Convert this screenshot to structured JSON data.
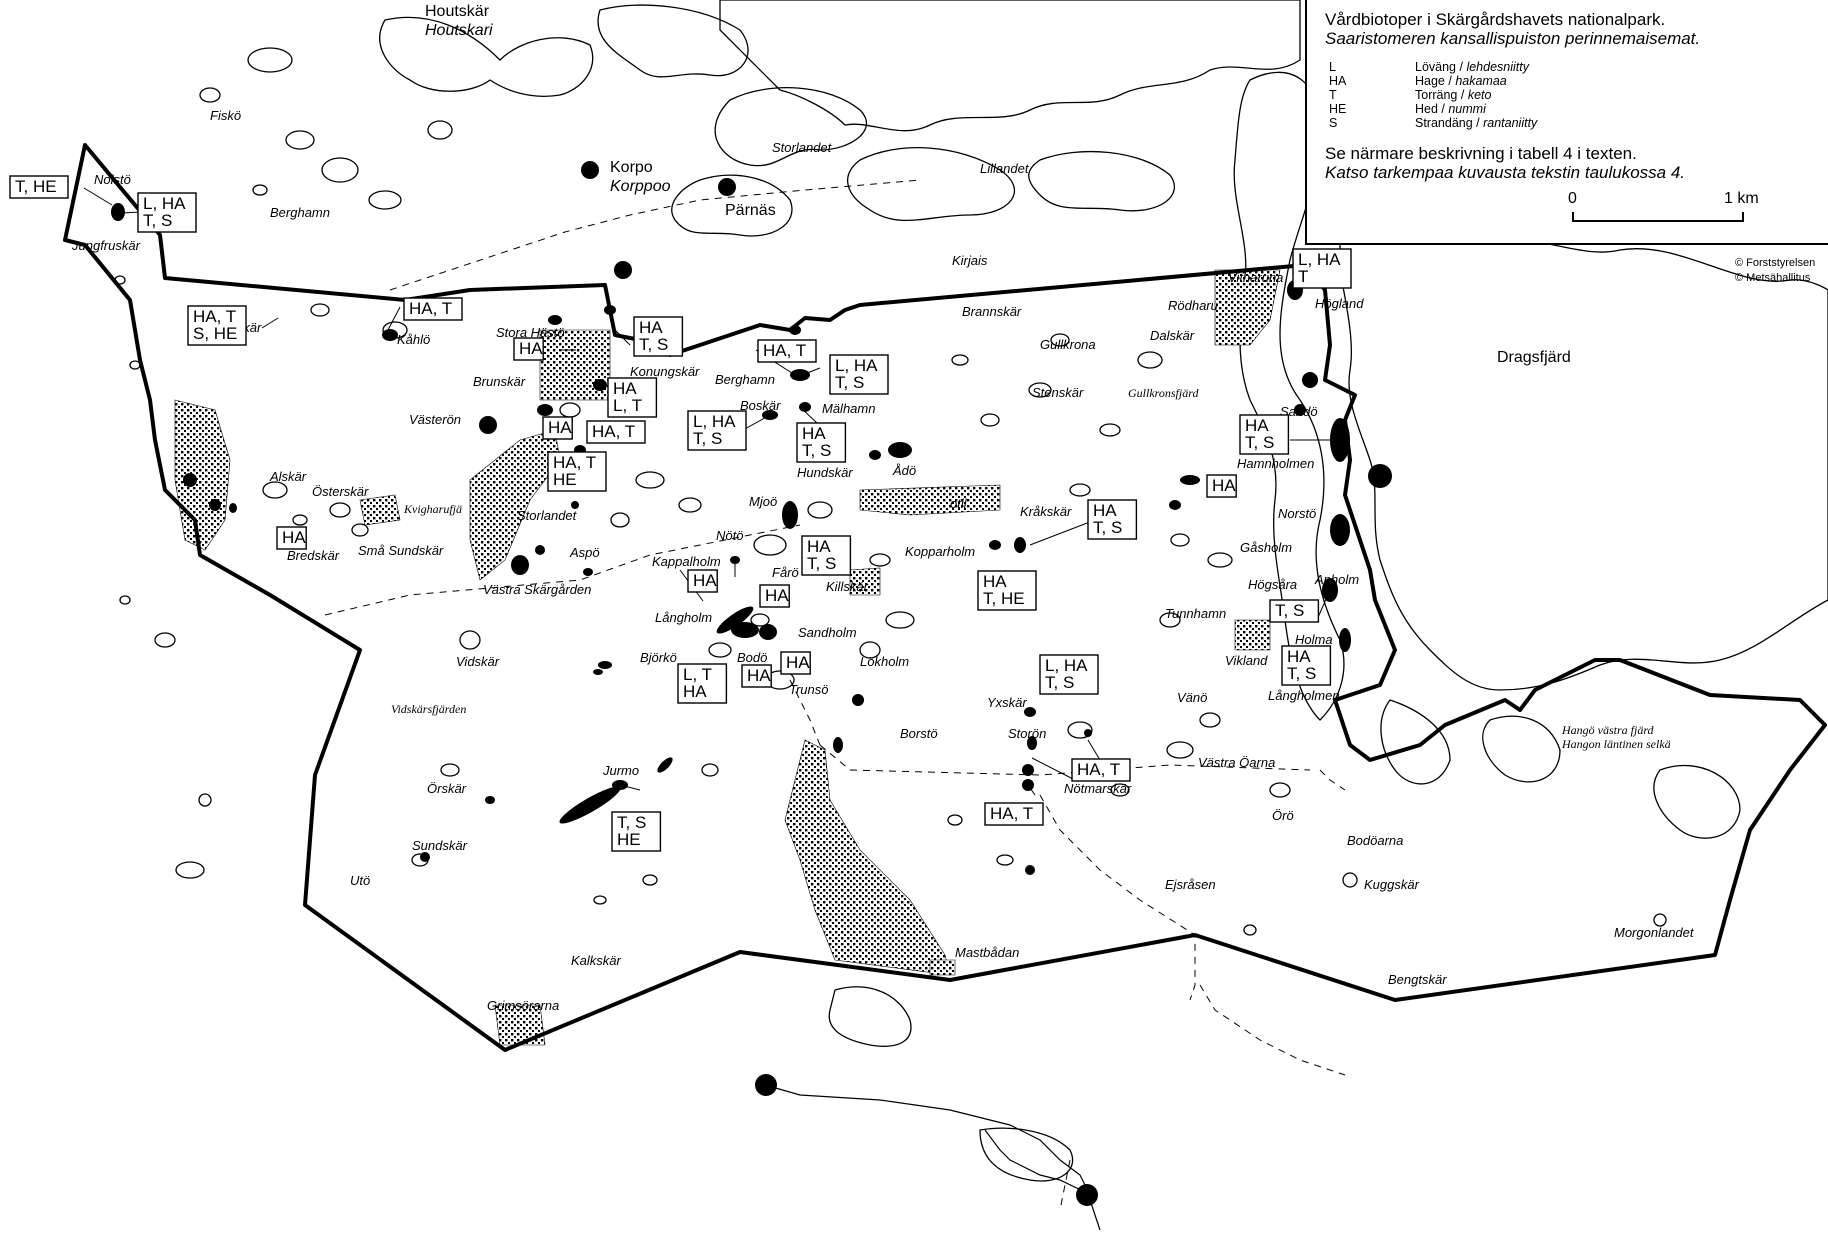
{
  "legend": {
    "title_sv": "Vårdbiotoper i Skärgårdshavets nationalpark.",
    "title_fi": "Saaristomeren kansallispuiston perinnemaisemat.",
    "items": [
      {
        "code": "L",
        "sv": "Löväng",
        "fi": "lehdesniitty"
      },
      {
        "code": "HA",
        "sv": "Hage",
        "fi": "hakamaa"
      },
      {
        "code": "T",
        "sv": "Torräng",
        "fi": "keto"
      },
      {
        "code": "HE",
        "sv": "Hed",
        "fi": "nummi"
      },
      {
        "code": "S",
        "sv": "Strandäng",
        "fi": "rantaniitty"
      }
    ],
    "note_sv": "Se närmare beskrivning i tabell 4 i texten.",
    "note_fi": "Katso tarkempaa kuvausta tekstin taulukossa 4.",
    "scale_zero": "0",
    "scale_end": "1 km"
  },
  "copyright": [
    "© Forststyrelsen",
    "© Metsähallitus"
  ],
  "places": [
    {
      "name": "Houtskär",
      "style": "big"
    },
    {
      "name": "Houtskari",
      "style": "bigi"
    },
    {
      "name": "Korpo",
      "style": "big"
    },
    {
      "name": "Korppoo",
      "style": "bigi"
    },
    {
      "name": "Pärnäs",
      "style": "big"
    },
    {
      "name": "Dragsfjärd",
      "style": "big"
    },
    {
      "name": "Fiskö"
    },
    {
      "name": "Nolstö"
    },
    {
      "name": "Jungfruskär"
    },
    {
      "name": "Berghamn"
    },
    {
      "name": "Storlandet"
    },
    {
      "name": "Lillandet"
    },
    {
      "name": "Kirjais"
    },
    {
      "name": "Kråkskär"
    },
    {
      "name": "Kåhlö"
    },
    {
      "name": "Stora Hästö"
    },
    {
      "name": "Konungskär"
    },
    {
      "name": "Brunskär"
    },
    {
      "name": "Västerön"
    },
    {
      "name": "Berghamn"
    },
    {
      "name": "Boskär"
    },
    {
      "name": "Mälhamn"
    },
    {
      "name": "Hundskär"
    },
    {
      "name": "Ådö"
    },
    {
      "name": "Brannskär"
    },
    {
      "name": "Gullkrona"
    },
    {
      "name": "Dalskär"
    },
    {
      "name": "Rödharu"
    },
    {
      "name": "Vitharuna"
    },
    {
      "name": "Högland"
    },
    {
      "name": "Stenskär"
    },
    {
      "name": "Sandö"
    },
    {
      "name": "Hamnholmen"
    },
    {
      "name": "Norstö"
    },
    {
      "name": "Gåsholm"
    },
    {
      "name": "Högsåra"
    },
    {
      "name": "Anholm"
    },
    {
      "name": "Alskär"
    },
    {
      "name": "Österskär"
    },
    {
      "name": "Storlandet"
    },
    {
      "name": "Bredskär"
    },
    {
      "name": "Små Sundskär"
    },
    {
      "name": "Aspö"
    },
    {
      "name": "Västra Skärgården"
    },
    {
      "name": "Mjoö"
    },
    {
      "name": "Nötö"
    },
    {
      "name": "Kappalholm"
    },
    {
      "name": "Fårö"
    },
    {
      "name": "Killskär"
    },
    {
      "name": "Kopparholm"
    },
    {
      "name": "Kråkskär"
    },
    {
      "name": "otil"
    },
    {
      "name": "Långholm"
    },
    {
      "name": "Björkö"
    },
    {
      "name": "Bodö"
    },
    {
      "name": "Sandholm"
    },
    {
      "name": "Lökholm"
    },
    {
      "name": "Trunsö"
    },
    {
      "name": "Tunnhamn"
    },
    {
      "name": "Holma"
    },
    {
      "name": "Vikland"
    },
    {
      "name": "Långholmen"
    },
    {
      "name": "Vidskär"
    },
    {
      "name": "Yxskär"
    },
    {
      "name": "Borstö"
    },
    {
      "name": "Storön"
    },
    {
      "name": "Vänö"
    },
    {
      "name": "Västra Öarna"
    },
    {
      "name": "Nötmarskär"
    },
    {
      "name": "Jurmo"
    },
    {
      "name": "Örskär"
    },
    {
      "name": "Sundskär"
    },
    {
      "name": "Utö"
    },
    {
      "name": "Kalkskär"
    },
    {
      "name": "Mastbådan"
    },
    {
      "name": "Grimsörarna"
    },
    {
      "name": "Ejsråsen"
    },
    {
      "name": "Örö"
    },
    {
      "name": "Bodöarna"
    },
    {
      "name": "Kuggskär"
    },
    {
      "name": "Bengtskär"
    },
    {
      "name": "Morgonlandet"
    }
  ],
  "waters": [
    {
      "name": "Gullkronsfjärd"
    },
    {
      "name": "Kvigharufjä"
    },
    {
      "name": "Vidskärsfjärden"
    },
    {
      "name": "Hangö västra fjärd"
    },
    {
      "name": "Hangon läntinen selkä"
    }
  ],
  "boxes": [
    {
      "lines": [
        "T, HE"
      ]
    },
    {
      "lines": [
        "L, HA",
        "T, S"
      ]
    },
    {
      "lines": [
        "HA, T"
      ]
    },
    {
      "lines": [
        "HA, T",
        "S, HE"
      ]
    },
    {
      "lines": [
        "HA"
      ]
    },
    {
      "lines": [
        "HA",
        "T, S"
      ]
    },
    {
      "lines": [
        "HA",
        "L, T"
      ]
    },
    {
      "lines": [
        "HA"
      ]
    },
    {
      "lines": [
        "HA, T"
      ]
    },
    {
      "lines": [
        "HA, T",
        "HE"
      ]
    },
    {
      "lines": [
        "HA, T"
      ]
    },
    {
      "lines": [
        "L, HA",
        "T, S"
      ]
    },
    {
      "lines": [
        "L, HA",
        "T, S"
      ]
    },
    {
      "lines": [
        "HA",
        "T, S"
      ]
    },
    {
      "lines": [
        "L, HA",
        "T"
      ]
    },
    {
      "lines": [
        "HA",
        "T, S"
      ]
    },
    {
      "lines": [
        "HA"
      ]
    },
    {
      "lines": [
        "HA"
      ]
    },
    {
      "lines": [
        "HA",
        "T, S"
      ]
    },
    {
      "lines": [
        "HA",
        "T, S"
      ]
    },
    {
      "lines": [
        "HA"
      ]
    },
    {
      "lines": [
        "HA"
      ]
    },
    {
      "lines": [
        "HA",
        "T, HE"
      ]
    },
    {
      "lines": [
        "T, S"
      ]
    },
    {
      "lines": [
        "HA"
      ]
    },
    {
      "lines": [
        "HA"
      ]
    },
    {
      "lines": [
        "L, T",
        "HA"
      ]
    },
    {
      "lines": [
        "L, HA",
        "T, S"
      ]
    },
    {
      "lines": [
        "HA",
        "T, S"
      ]
    },
    {
      "lines": [
        "HA, T"
      ]
    },
    {
      "lines": [
        "HA, T"
      ]
    },
    {
      "lines": [
        "T, S",
        "HE"
      ]
    }
  ]
}
